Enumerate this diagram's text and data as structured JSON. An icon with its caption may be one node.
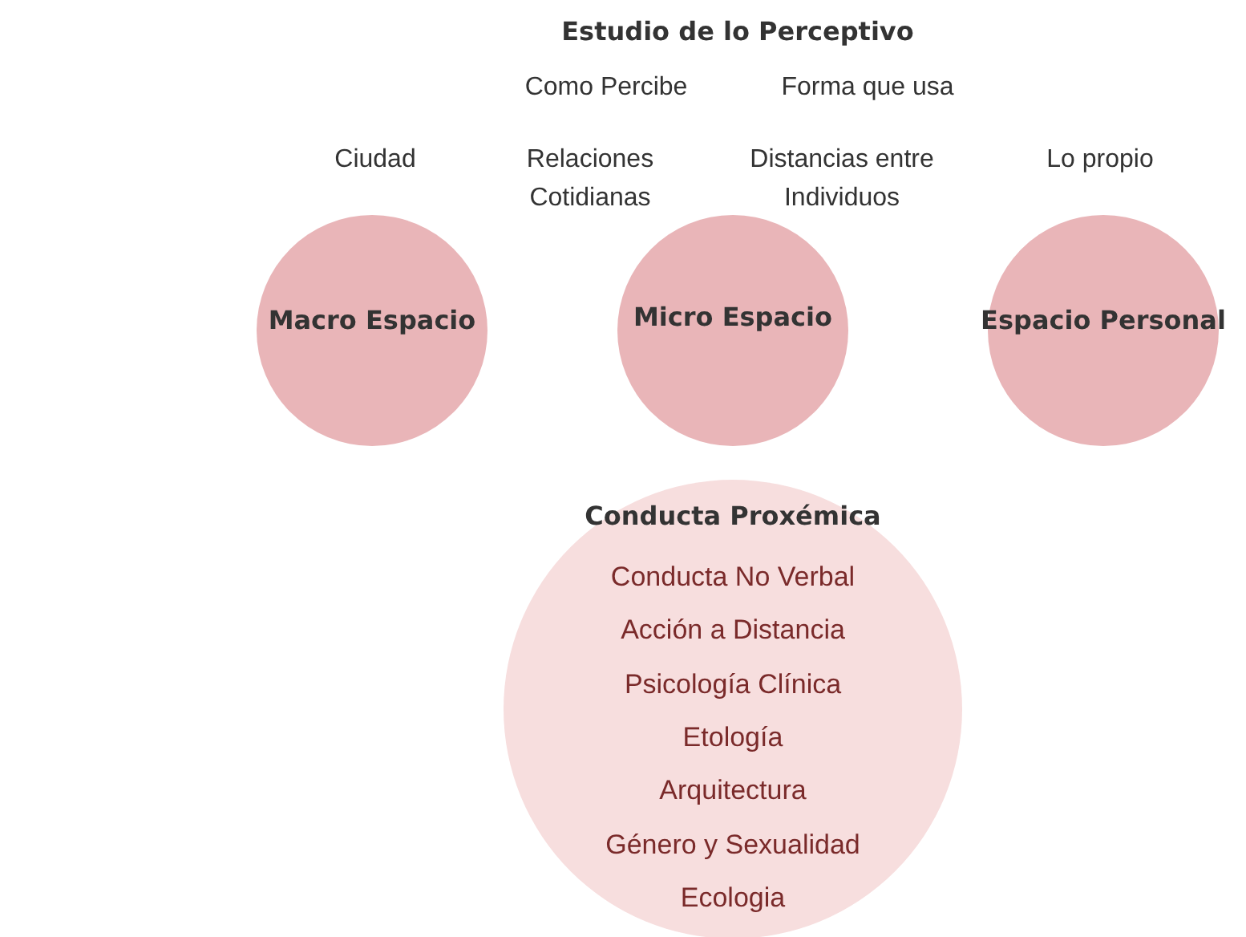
{
  "diagram": {
    "title": "Estudio de lo Perceptivo",
    "nodes": [
      {
        "text": [
          "Macro Espacio"
        ]
      },
      {
        "text": [
          "Micro Espacio"
        ]
      },
      {
        "text": [
          "Espacio Personal"
        ]
      },
      {
        "text": [
          "Conducta Proxémica",
          "Conducta No Verbal",
          "Acción a Distancia",
          "Psicología Clínica",
          "Etología",
          "Arquitectura",
          "Género y Sexualidad",
          "Ecologia"
        ]
      }
    ],
    "labels": [
      "Como Percibe",
      "Forma que usa",
      "Ciudad",
      "Relaciones Cotidianas",
      "Distancias entre Individuos",
      "Lo propio"
    ]
  }
}
